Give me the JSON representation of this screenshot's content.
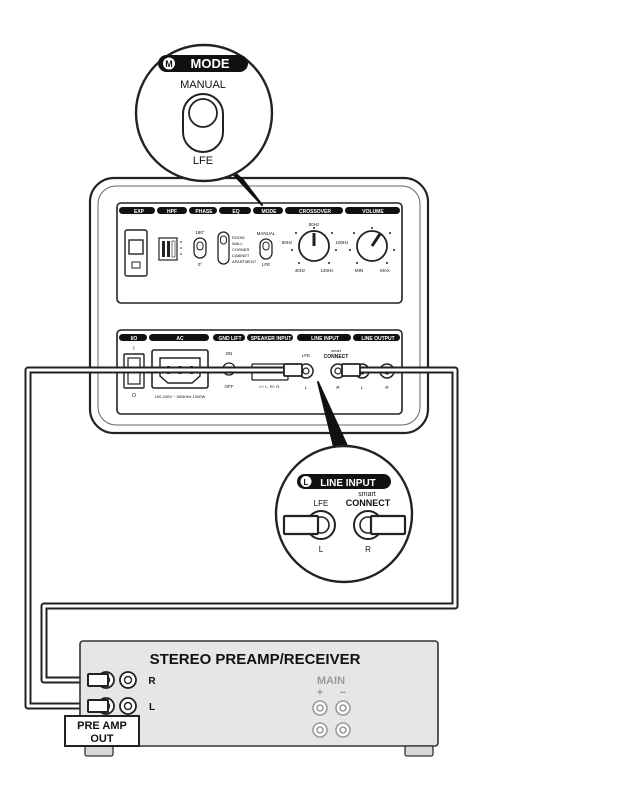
{
  "mode_callout": {
    "badge_letter": "M",
    "title": "MODE",
    "top_label": "MANUAL",
    "bottom_label": "LFE"
  },
  "panel": {
    "section_labels": [
      "EXP",
      "HPF",
      "PHASE",
      "EQ",
      "MODE",
      "CROSSOVER",
      "VOLUME"
    ],
    "phase": {
      "top": "180°",
      "bottom": "0°"
    },
    "eq_options": [
      "ROOM",
      "WALL",
      "CORNER",
      "CABINET",
      "APARTMENT"
    ],
    "mode": {
      "top": "MANUAL",
      "bottom": "LFE"
    },
    "crossover": {
      "top": "80Hz",
      "left": "60Hz",
      "right": "100Hz",
      "bottom_left": "40Hz",
      "bottom_right": "140Hz"
    },
    "volume": {
      "min": "MIN",
      "max": "MAX"
    },
    "bottom_labels": [
      "I/O",
      "AC",
      "GND LIFT",
      "SPEAKER INPUT",
      "LINE INPUT",
      "LINE OUTPUT"
    ],
    "io": {
      "on": "I",
      "off": "O"
    },
    "ac_rating": "100-240V ~ 50/60Hz 1000W",
    "gnd_lift": {
      "on": "ON",
      "off": "OFF"
    },
    "speaker_terminals": "L+   L-   R+   R-",
    "line_input": {
      "lfe": "LFE",
      "brand_top": "smart",
      "brand_bottom": "CONNECT",
      "left": "L",
      "right": "R"
    },
    "line_output": {
      "left": "L",
      "right": "R"
    }
  },
  "line_input_callout": {
    "badge_letter": "L",
    "title": "LINE INPUT",
    "lfe_label": "LFE",
    "brand_top": "smart",
    "brand_bottom": "CONNECT",
    "left": "L",
    "right": "R"
  },
  "receiver": {
    "title": "STEREO PREAMP/RECEIVER",
    "row_r": "R",
    "row_l": "L",
    "main_label": "MAIN",
    "plus": "+",
    "minus": "−",
    "preamp_line1": "PRE AMP",
    "preamp_line2": "OUT"
  }
}
